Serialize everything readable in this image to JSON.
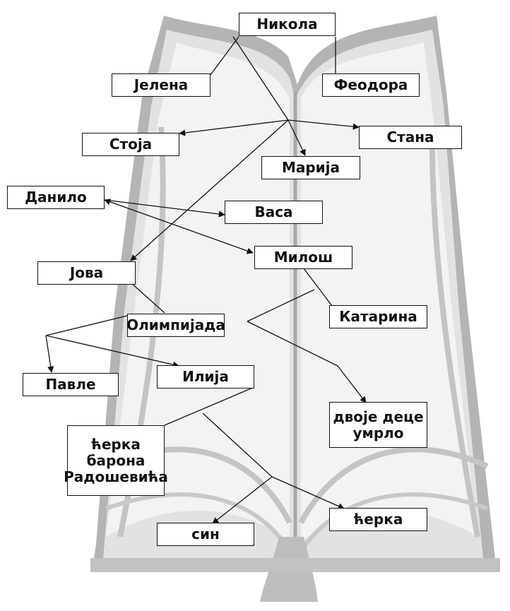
{
  "nodes": {
    "nikola": "Никола",
    "jelena": "Јелена",
    "feodora": "Феодора",
    "stoja": "Стоја",
    "stana": "Стана",
    "marija": "Марија",
    "danilo": "Данило",
    "vasa": "Васа",
    "milos": "Милош",
    "jova": "Јова",
    "katarina": "Катарина",
    "olimpijada": "Олимпијада",
    "pavle": "Павле",
    "ilija": "Илија",
    "dvoje_dece": "двоје деце\nумрло",
    "cerka_barona": "ћерка\nбарона\nРадошевића",
    "sin": "син",
    "cerka": "ћерка"
  },
  "colors": {
    "book_outer": "#b4b4b4",
    "book_page": "#e6e6e6",
    "book_inner": "#f4f4f4",
    "line": "#111111"
  }
}
